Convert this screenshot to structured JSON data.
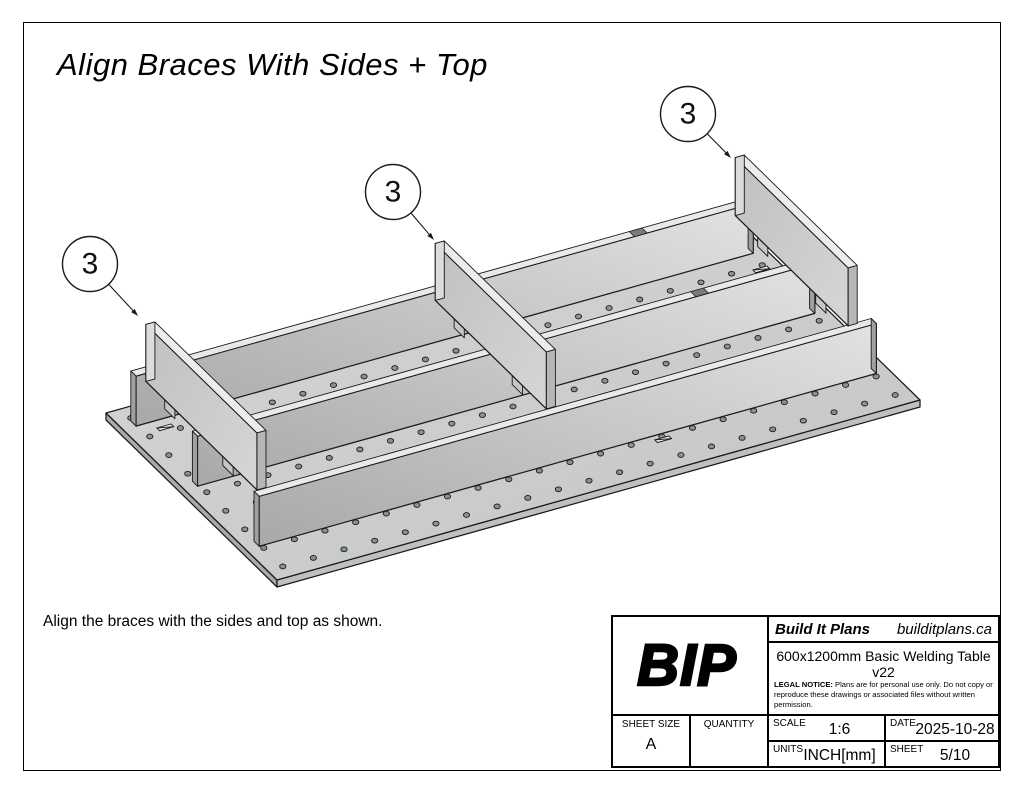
{
  "page": {
    "title": "Align Braces With Sides + Top",
    "note": "Align the braces with the sides and top as shown."
  },
  "drawing": {
    "balloons": [
      {
        "label": "3"
      },
      {
        "label": "3"
      },
      {
        "label": "3"
      }
    ]
  },
  "title_block": {
    "logo": "BIP",
    "company": "Build It Plans",
    "website": "builditplans.ca",
    "product": "600x1200mm Basic Welding Table v22",
    "legal_notice_bold": "LEGAL NOTICE:",
    "legal_notice_text": " Plans are for personal use only. Do not copy or reproduce these drawings or associated files without written permission.",
    "sheet_size_label": "SHEET SIZE",
    "sheet_size_value": "A",
    "quantity_label": "QUANTITY",
    "quantity_value": "",
    "scale_label": "SCALE",
    "scale_value": "1:6",
    "date_label": "DATE",
    "date_value": "2025-10-28",
    "units_label": "UNITS",
    "units_value": "INCH[mm]",
    "sheet_label": "SHEET",
    "sheet_value": "5/10"
  },
  "colors": {
    "outline": "#1a1a1a",
    "plate_top": "#c9cccb",
    "hole": "#8c908f",
    "metal_light": "#e9e9e9",
    "metal_mid": "#c6c6c6",
    "metal_dark": "#a0a0a0"
  }
}
